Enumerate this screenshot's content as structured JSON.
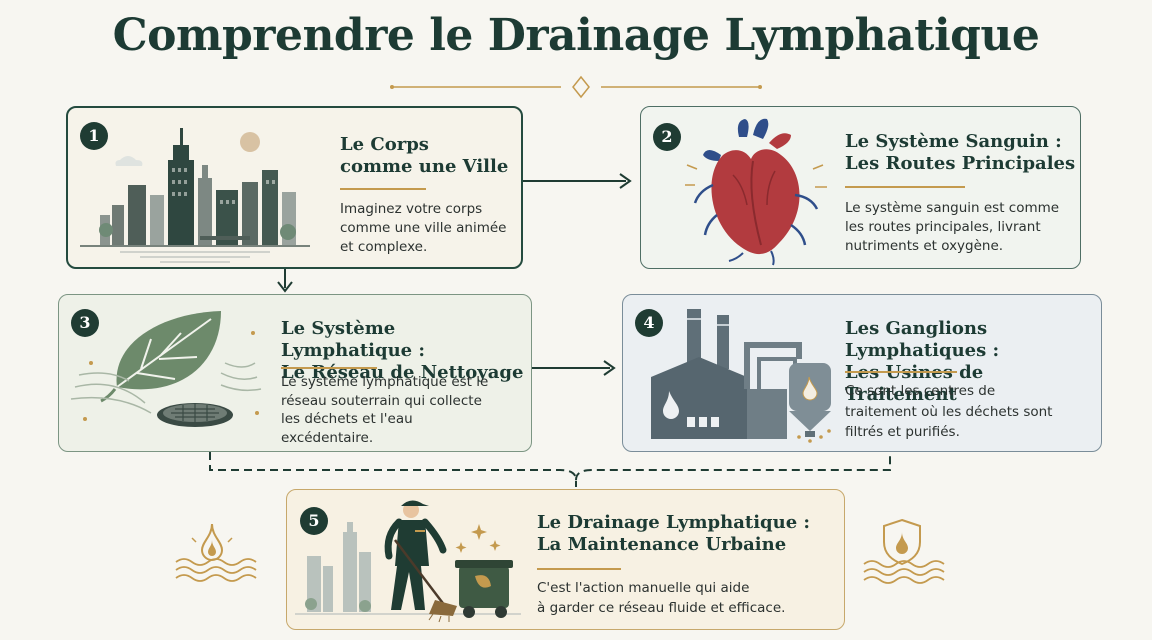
{
  "title": "Comprendre le Drainage Lymphatique",
  "colors": {
    "dark_green": "#1d3b34",
    "gold": "#c49a4e",
    "heart_red": "#b23b3f",
    "vein_blue": "#2f4e8a"
  },
  "steps": [
    {
      "number": "1",
      "title_line1": "Le Corps",
      "title_line2": "comme une Ville",
      "desc_lines": [
        "Imaginez votre corps",
        "comme une ville animée",
        "et complexe."
      ],
      "icon": "city-skyline-icon"
    },
    {
      "number": "2",
      "title_line1": "Le Système Sanguin :",
      "title_line2": "Les Routes Principales",
      "desc_lines": [
        "Le système sanguin est comme",
        "les routes principales, livrant",
        "nutriments et oxygène."
      ],
      "icon": "heart-icon"
    },
    {
      "number": "3",
      "title_line1": "Le Système Lymphatique :",
      "title_line2": "Le Réseau de Nettoyage",
      "desc_lines": [
        "Le système lymphatique est le",
        "réseau souterrain qui collecte",
        "les déchets et l'eau",
        "excédentaire."
      ],
      "icon": "leaf-drain-icon"
    },
    {
      "number": "4",
      "title_line1": "Les Ganglions Lymphatiques :",
      "title_line2": "Les Usines de Traitement",
      "desc_lines": [
        "Ce sont les centres de",
        "traitement où les déchets sont",
        "filtrés et purifiés."
      ],
      "icon": "factory-icon"
    },
    {
      "number": "5",
      "title_line1": "Le Drainage Lymphatique :",
      "title_line2": "La Maintenance Urbaine",
      "desc_lines": [
        "C'est l'action manuelle qui aide",
        "à garder ce réseau fluide et efficace."
      ],
      "icon": "street-cleaner-icon"
    }
  ]
}
